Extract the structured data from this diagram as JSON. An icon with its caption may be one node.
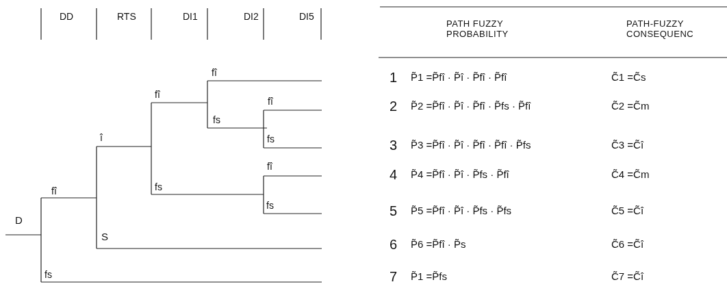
{
  "diagram": {
    "labels": [
      "DD",
      "RTS",
      "DI1",
      "DI2",
      "DI5",
      "fî",
      "fî",
      "fî",
      "fs",
      "î",
      "fs",
      "fî",
      "fs",
      "fî",
      "fs",
      "D",
      "S",
      "fs",
      "PATH FUZZY PROBABILITY",
      "PATH-FUZZY CONSEQUENC",
      "1",
      "P̃1 =P̃fî · P̃î · P̃fî · P̃fî",
      "C̃1 =C̃s",
      "2",
      "P̃2 =P̃fî · P̃î · P̃fî · P̃fs · P̃fî",
      "C̃2 =C̃m",
      "3",
      "P̃3 =P̃fî · P̃î · P̃fî · P̃fî · P̃fs",
      "C̃3 =C̃î",
      "4",
      "P̃4 =P̃fî · P̃î · P̃fs · P̃fî",
      "C̃4 =C̃m",
      "5",
      "P̃5 =P̃fî · P̃î · P̃fs · P̃fs",
      "C̃5 =C̃î",
      "6",
      "P̃6 =P̃fî · P̃s",
      "C̃6 =C̃î",
      "7",
      "P̃1 =P̃fs",
      "C̃7 =C̃î"
    ]
  }
}
